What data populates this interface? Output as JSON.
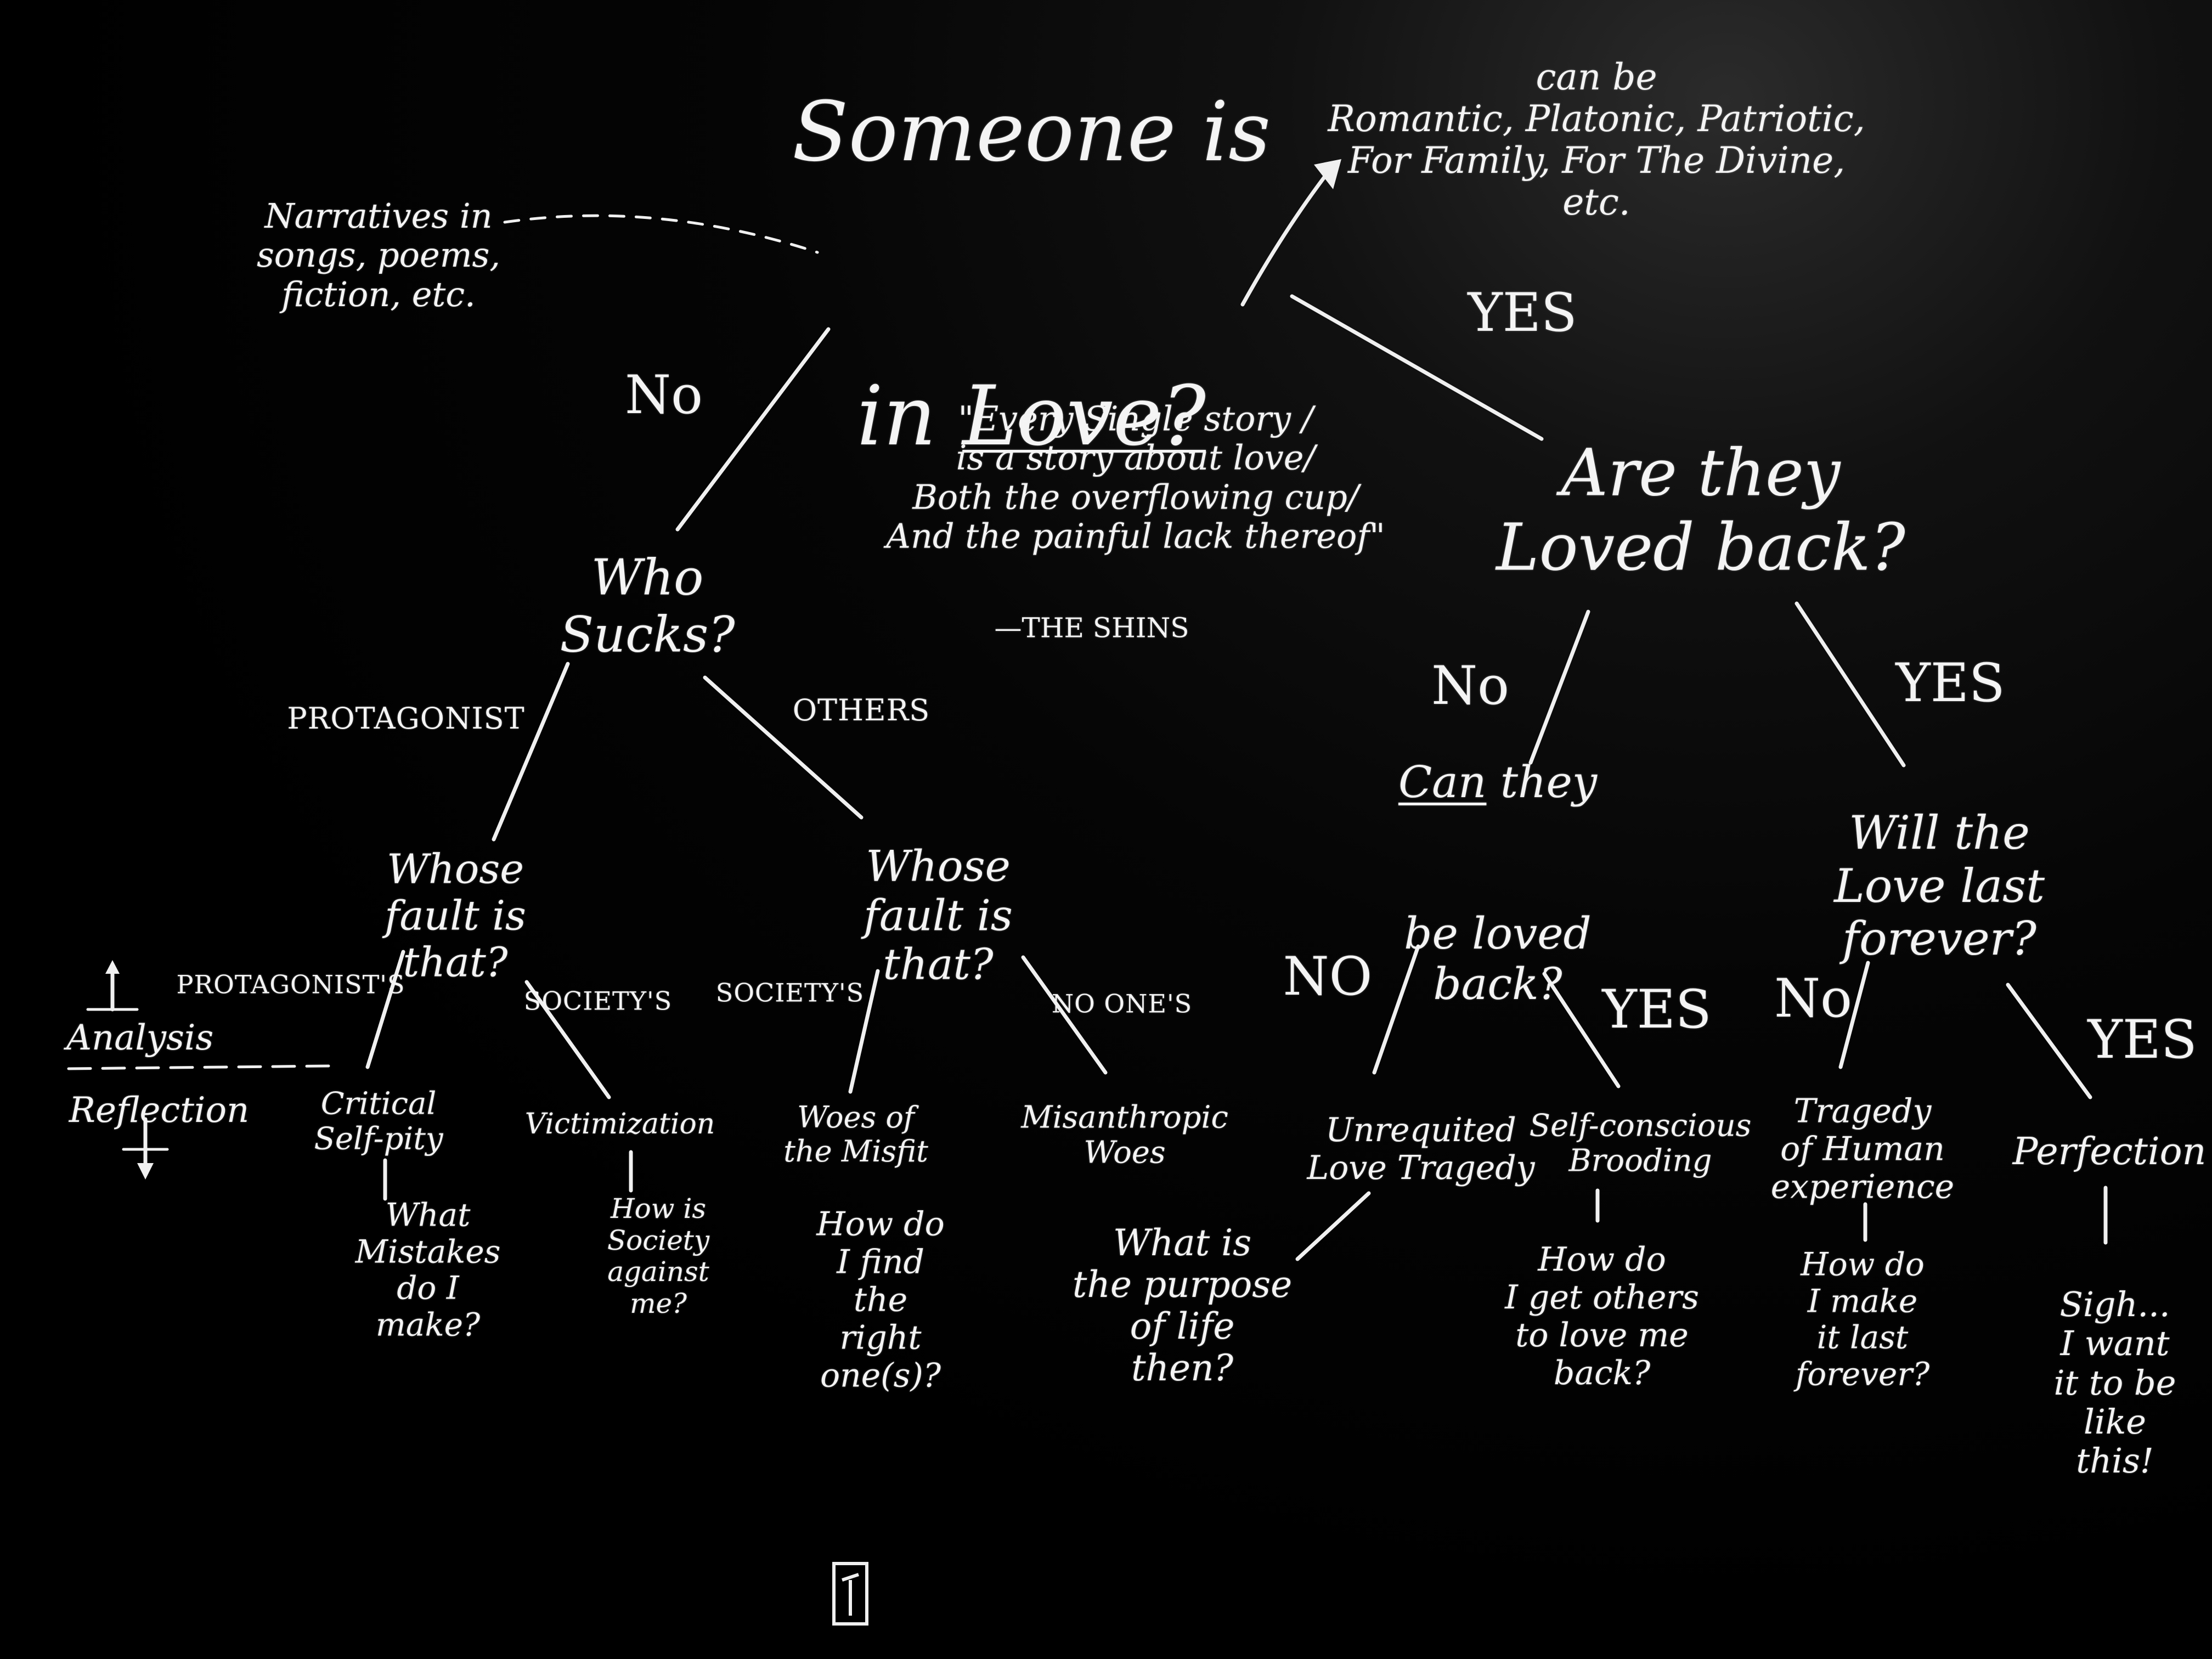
{
  "root": {
    "line1": "Someone is",
    "line2_prefix": "in ",
    "line2_underlined": "Love?"
  },
  "narratives_note": "Narratives in\nsongs, poems,\nfiction, etc.",
  "love_types_note": "can be\nRomantic, Platonic, Patriotic,\nFor Family, For The Divine,\netc.",
  "quote": "\"Every Single story /\nis a story about love/\nBoth the overflowing cup/\nAnd the painful lack thereof\"",
  "quote_attribution": "—THE SHINS",
  "branch_labels": {
    "root_no": "No",
    "root_yes": "YES",
    "loved_back_no": "No",
    "loved_back_yes": "YES",
    "protagonist": "PROTAGONIST",
    "others": "OTHERS",
    "protagonists": "PROTAGONIST'S",
    "societys_left": "SOCIETY'S",
    "societys_right": "SOCIETY'S",
    "no_ones": "NO ONE'S",
    "can_no": "NO",
    "can_yes": "YES",
    "last_no": "No",
    "last_yes": "YES"
  },
  "questions": {
    "who_sucks": "Who\nSucks?",
    "whose_fault_left": "Whose\nfault is\nthat?",
    "whose_fault_right": "Whose\nfault is\nthat?",
    "loved_back": "Are they\nLoved back?",
    "can_underlined": "Can",
    "can_rest": " they",
    "can_line2": "be loved\nback?",
    "last_forever": "Will the\nLove last\nforever?"
  },
  "outcomes": [
    {
      "title": "Critical\nSelf-pity",
      "question": "What\nMistakes\ndo I\nmake?"
    },
    {
      "title": "Victimization",
      "question": "How is\nSociety\nagainst\nme?"
    },
    {
      "title": "Woes of\nthe Misfit",
      "question": "How do\nI find\nthe\nright\none(s)?"
    },
    {
      "title": "Misanthropic\nWoes",
      "question": "What is\nthe purpose\nof life\nthen?"
    },
    {
      "title": "Unrequited\nLove Tragedy",
      "question": ""
    },
    {
      "title": "Self-conscious\nBrooding",
      "question": "How do\nI get others\nto love me\nback?"
    },
    {
      "title": "Tragedy\nof Human\nexperience",
      "question": "How do\nI make\nit last\nforever?"
    },
    {
      "title": "Perfection",
      "question": "Sigh...\nI want\nit to be\nlike\nthis!"
    }
  ],
  "legend": {
    "analysis": "Analysis",
    "reflection": "Reflection"
  },
  "colors": {
    "background": "#000000",
    "chalk": "#f2f2f2"
  }
}
